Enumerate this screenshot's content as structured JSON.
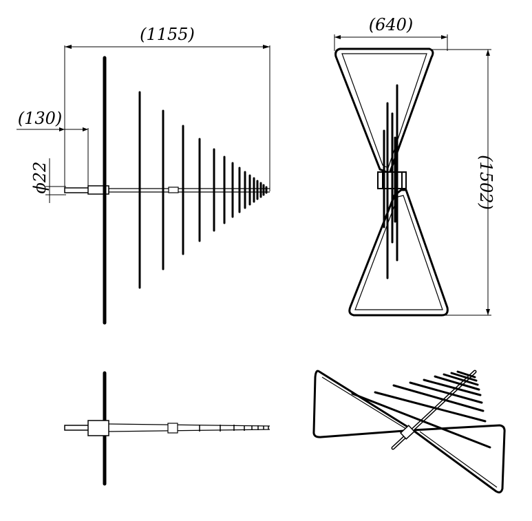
{
  "dimensions": {
    "overall_length": "(1155)",
    "feed_length": "(130)",
    "diameter": "ϕ22",
    "width": "(640)",
    "height": "(1502)"
  }
}
